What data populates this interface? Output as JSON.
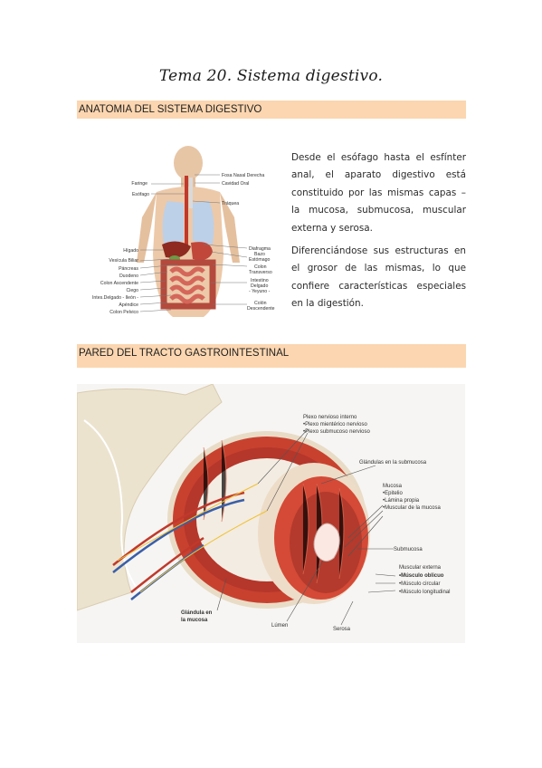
{
  "title": "Tema 20. Sistema digestivo.",
  "section1": {
    "heading": "ANATOMIA DEL SISTEMA DIGESTIVO",
    "paragraph1": "Desde el esófago hasta el esfínter anal, el aparato digestivo está constituido por las mismas capas – la mucosa, submucosa, muscular externa y serosa.",
    "paragraph2": "Diferenciándose sus estructuras en el grosor de las mismas, lo que confiere características especiales en la digestión.",
    "figure_labels": {
      "left": [
        "Faringe",
        "Esófago",
        "Hígado",
        "Vesícula Biliar",
        "Páncreas",
        "Duodeno",
        "Colon Ascendente",
        "Ciego",
        "Intes.Delgado - Ileón -",
        "Apéndice",
        "Colon Pelvico"
      ],
      "right": [
        "Fosa Nasal Derecha",
        "Cavidad Oral",
        "Tráquea",
        "Diafragma",
        "Bazo",
        "Estómago",
        "Colon",
        "Transverso",
        "Intestino",
        "Delgado",
        "- Yeyuno -",
        "Colón",
        "Descendente"
      ]
    }
  },
  "section2": {
    "heading": "PARED DEL TRACTO GASTROINTESTINAL",
    "figure_labels": {
      "plexo": "Plexo nervioso interno",
      "plexo_1": "•Plexo mientérico nervioso",
      "plexo_2": "•Plexo submucoso nervioso",
      "glandulas": "Glándulas en la submucosa",
      "mucosa": "Mucosa",
      "mucosa_1": "•Epitelio",
      "mucosa_2": "•Lámina propia",
      "mucosa_3": "•Muscular de la mucosa",
      "submucosa": "Submucosa",
      "muscular": "Muscular externa",
      "muscular_1": "•Músculo oblicuo",
      "muscular_2": "•Músculo circular",
      "muscular_3": "•Músculo longitudinal",
      "glandula_1": "Glándula en",
      "glandula_2": "la mucosa",
      "lumen": "Lúmen",
      "serosa": "Serosa"
    }
  }
}
